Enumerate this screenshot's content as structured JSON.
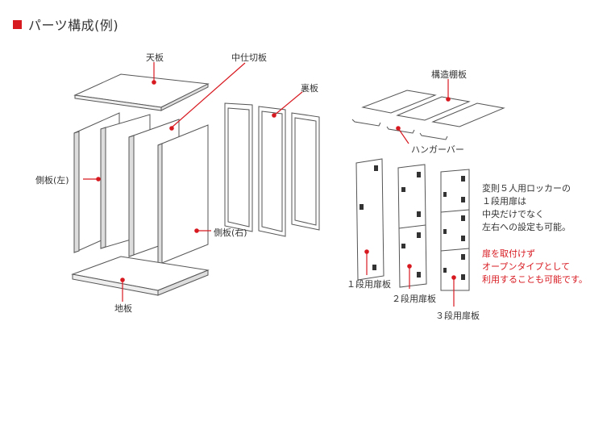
{
  "title": "パーツ構成(例)",
  "accent_color": "#d71920",
  "labels": {
    "top_board": "天板",
    "middle_partition": "中仕切板",
    "back_board": "裏板",
    "side_left": "側板(左)",
    "side_right": "側板(右)",
    "bottom_board": "地板",
    "structural_shelf": "構造棚板",
    "hanger_bar": "ハンガーバー",
    "door_1": "１段用扉板",
    "door_2": "２段用扉板",
    "door_3": "３段用扉板"
  },
  "notes": {
    "black": [
      "変則５人用ロッカーの",
      "１段用扉は",
      "中央だけでなく",
      "左右への設定も可能。"
    ],
    "red": [
      "扉を取付けず",
      "オープンタイプとして",
      "利用することも可能です。"
    ]
  }
}
